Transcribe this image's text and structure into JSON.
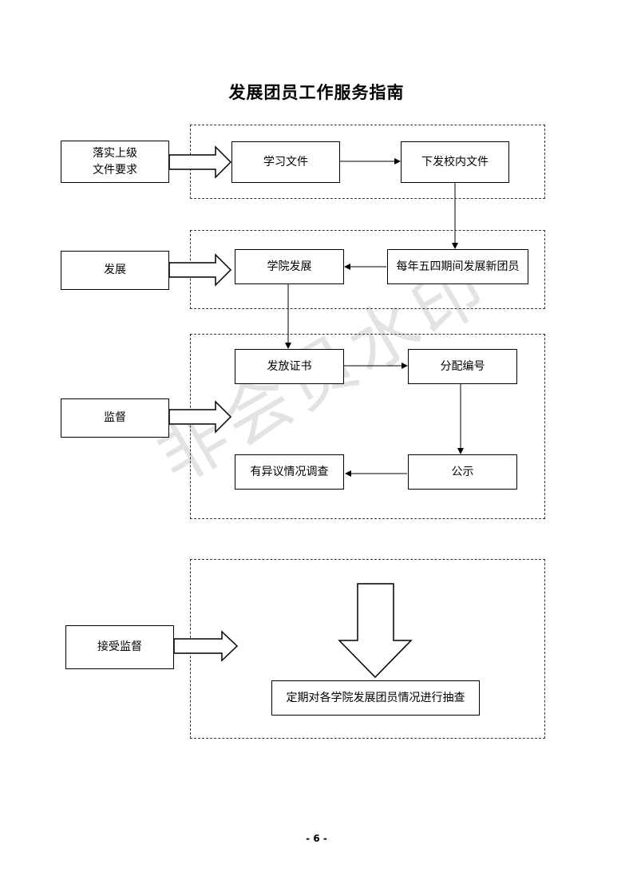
{
  "title": "发展团员工作服务指南",
  "watermark": "非会员水印",
  "page_number": "- 6 -",
  "left_labels": {
    "implement": [
      "落实上级",
      "文件要求"
    ],
    "develop": "发展",
    "supervise": "监督",
    "accept_supervision": "接受监督"
  },
  "steps": {
    "study_docs": "学习文件",
    "issue_docs": "下发校内文件",
    "college_develop": "学院发展",
    "may_fourth": "每年五四期间发展新团员",
    "issue_cert": "发放证书",
    "assign_number": "分配编号",
    "objection": "有异议情况调查",
    "publicize": "公示",
    "spot_check": "定期对各学院发展团员情况进行抽查"
  }
}
